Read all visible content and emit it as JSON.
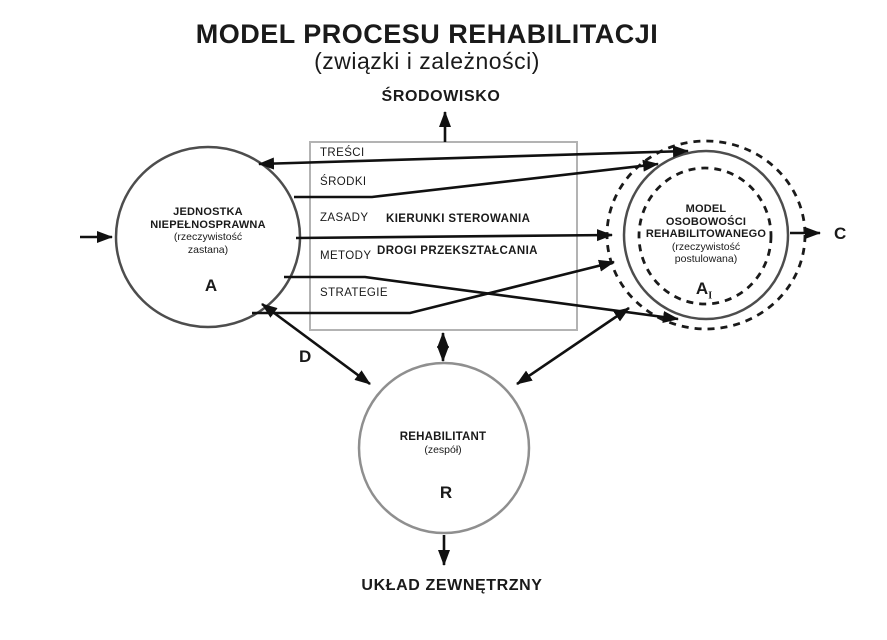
{
  "title": "MODEL PROCESU REHABILITACJI",
  "subtitle": "(związki i zależności)",
  "environment_label": "ŚRODOWISKO",
  "external_system_label": "UKŁAD ZEWNĘTRZNY",
  "control_box": {
    "items": [
      "TREŚCI",
      "ŚRODKI",
      "ZASADY",
      "METODY",
      "STRATEGIE"
    ],
    "center_line1": "KIERUNKI STEROWANIA",
    "center_line2": "DROGI PRZEKSZTAŁCANIA"
  },
  "nodes": {
    "left": {
      "line1": "JEDNOSTKA",
      "line2": "NIEPEŁNOSPRAWNA",
      "line3": "(rzeczywistość",
      "line4": "zastana)",
      "symbol": "A"
    },
    "right": {
      "line1": "MODEL",
      "line2": "OSOBOWOŚCI",
      "line3": "REHABILITOWANEGO",
      "line4": "(rzeczywistość",
      "line5": "postulowana)",
      "symbol": "A",
      "symbol_sub": "I"
    },
    "bottom": {
      "line1": "REHABILITANT",
      "line2": "(zespół)",
      "symbol": "R"
    }
  },
  "edge_labels": {
    "output": "C",
    "exchange": "D"
  },
  "colors": {
    "line": "#111111",
    "box_border": "#b3b3b3",
    "solid_circle": "#4d4d4d",
    "bottom_circle": "#8f8f8f",
    "dashed_circle": "#1a1a1a",
    "text": "#1a1a1a",
    "background": "#ffffff"
  }
}
